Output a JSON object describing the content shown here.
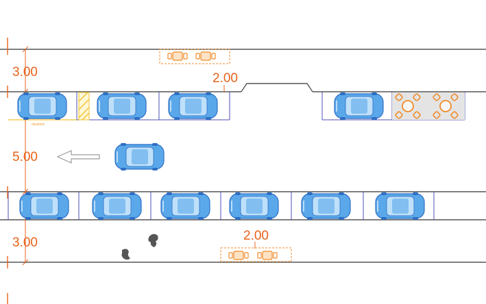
{
  "dimensions": {
    "sidewalk_top": "3.00",
    "parking_top_gap": "2.00",
    "lane": "5.00",
    "sidewalk_bottom": "3.00",
    "parking_bottom_gap": "2.00"
  },
  "labels": {
    "disabled_bay_text": "disabled"
  },
  "colors": {
    "car_fill": "#5aa8ea",
    "car_window": "#bfe0fa",
    "car_outline": "#2e6fc4",
    "dimension": "#e8621a",
    "furniture": "#f08a28",
    "bay_line": "#4b4fb5",
    "road_line": "#555555",
    "hatch": "#f2c233",
    "terrace_fill": "#e4e4e4",
    "arrow": "#9a9a9a",
    "debris": "#555555"
  },
  "objects": {
    "direction_arrow": "arrow-left-icon",
    "car_icon": "car-topview-icon",
    "table_icon": "table-chairs-icon",
    "debris_icon": "debris-icon"
  }
}
